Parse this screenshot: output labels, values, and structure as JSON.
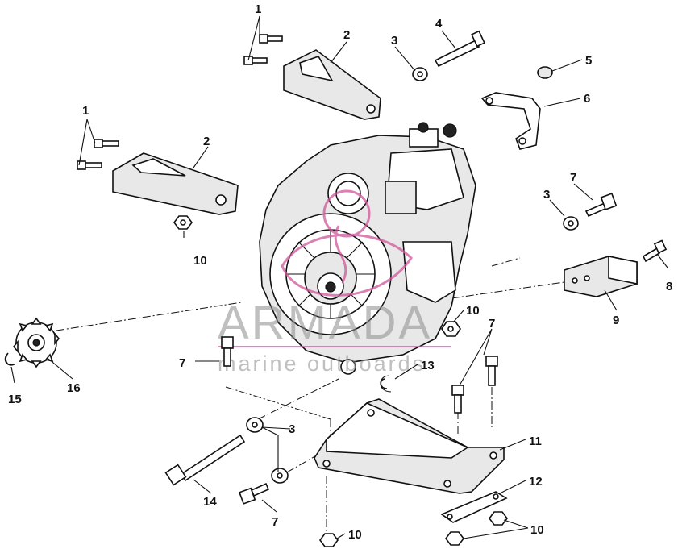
{
  "watermark": {
    "brand": "ARMADA",
    "tagline": "marine outboards",
    "color": "#d0569a"
  },
  "callouts": {
    "c1a": "1",
    "c1b": "1",
    "c2a": "2",
    "c2b": "2",
    "c3a": "3",
    "c3b": "3",
    "c3c": "3",
    "c4": "4",
    "c5": "5",
    "c6": "6",
    "c7a": "7",
    "c7b": "7",
    "c7c": "7",
    "c7d": "7",
    "c8": "8",
    "c9": "9",
    "c10a": "10",
    "c10b": "10",
    "c10c": "10",
    "c10d": "10",
    "c11": "11",
    "c12": "12",
    "c13": "13",
    "c14": "14",
    "c15": "15",
    "c16": "16"
  }
}
